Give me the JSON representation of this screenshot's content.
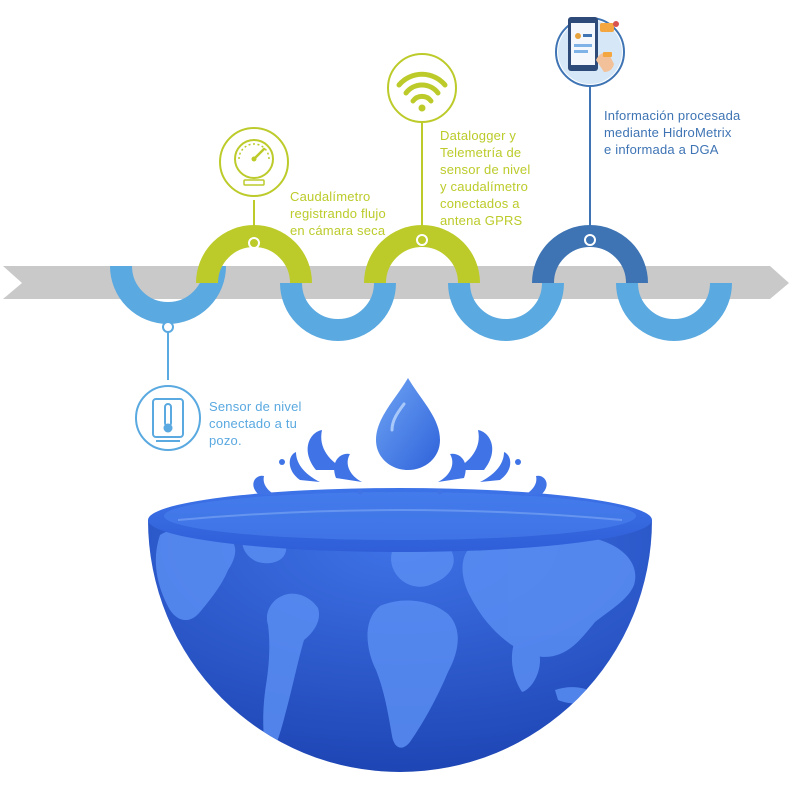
{
  "colors": {
    "sensor": "#5AA9E0",
    "caudalimetro": "#BCCB2A",
    "datalogger": "#BCCB2A",
    "informacion": "#3E74B4",
    "track": "#C9C9C9",
    "water": "#2F5ED8"
  },
  "steps": [
    {
      "id": "sensor",
      "icon": "level-sensor-icon",
      "lines": [
        "Sensor de nivel",
        "conectado a tu",
        "pozo."
      ]
    },
    {
      "id": "caudalimetro",
      "icon": "flow-gauge-icon",
      "lines": [
        "Caudalímetro",
        "registrando flujo",
        "en cámara seca"
      ]
    },
    {
      "id": "datalogger",
      "icon": "wifi-icon",
      "lines": [
        "Datalogger y",
        "Telemetría de",
        "sensor de nivel",
        "y caudalímetro",
        "conectados a",
        "antena GPRS"
      ]
    },
    {
      "id": "informacion",
      "icon": "mobile-app-icon",
      "lines": [
        "Información procesada",
        "mediante HidroMetrix",
        "e informada a DGA"
      ]
    }
  ]
}
